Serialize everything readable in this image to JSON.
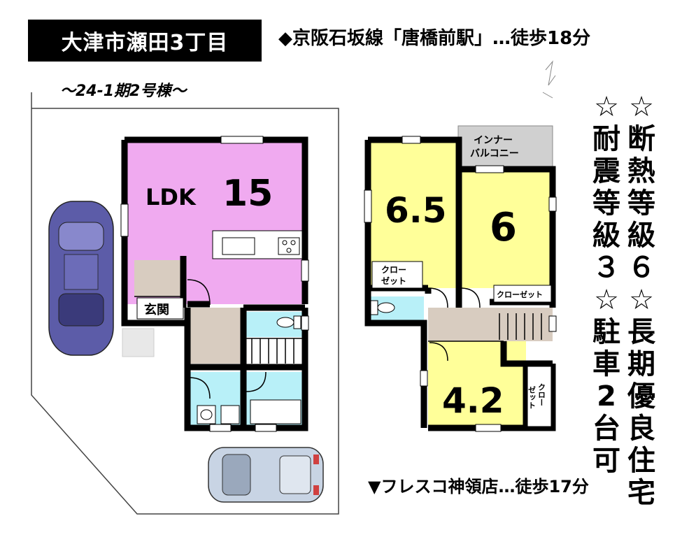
{
  "header": {
    "address": "大津市瀬田3丁目",
    "station": "◆京阪石坂線「唐橋前駅」…徒歩18分",
    "lot": "～24-1期2号棟～"
  },
  "nearby": {
    "shop": "▼フレスコ神領店…徒歩17分"
  },
  "features": {
    "col1": [
      "☆",
      "断",
      "熱",
      "等",
      "級",
      "６",
      "☆",
      "長",
      "期",
      "優",
      "良",
      "住",
      "宅"
    ],
    "col2": [
      "☆",
      "耐",
      "震",
      "等",
      "級",
      "３",
      "☆",
      "駐",
      "車",
      "2",
      "台",
      "可"
    ]
  },
  "floor1": {
    "ldk_label": "LDK",
    "ldk_size": "15",
    "entrance": "玄関"
  },
  "floor2": {
    "room_a": "6.5",
    "room_b": "6",
    "room_c": "4.2",
    "inner_balcony_line1": "インナー",
    "inner_balcony_line2": "バルコニー",
    "closet_a_line1": "クロー",
    "closet_a_line2": "ゼット",
    "closet_b": "クローゼット",
    "closet_c_col1": "クロー",
    "closet_c_col2": "ゼット"
  },
  "colors": {
    "ldk": "#f0aaf0",
    "bedroom": "#ffff99",
    "wet": "#b8f0f8",
    "hall": "#d8ccc0",
    "balcony": "#d0d0d0",
    "car_purple": "#5c5ca8",
    "car_silver": "#c8d4e4"
  }
}
